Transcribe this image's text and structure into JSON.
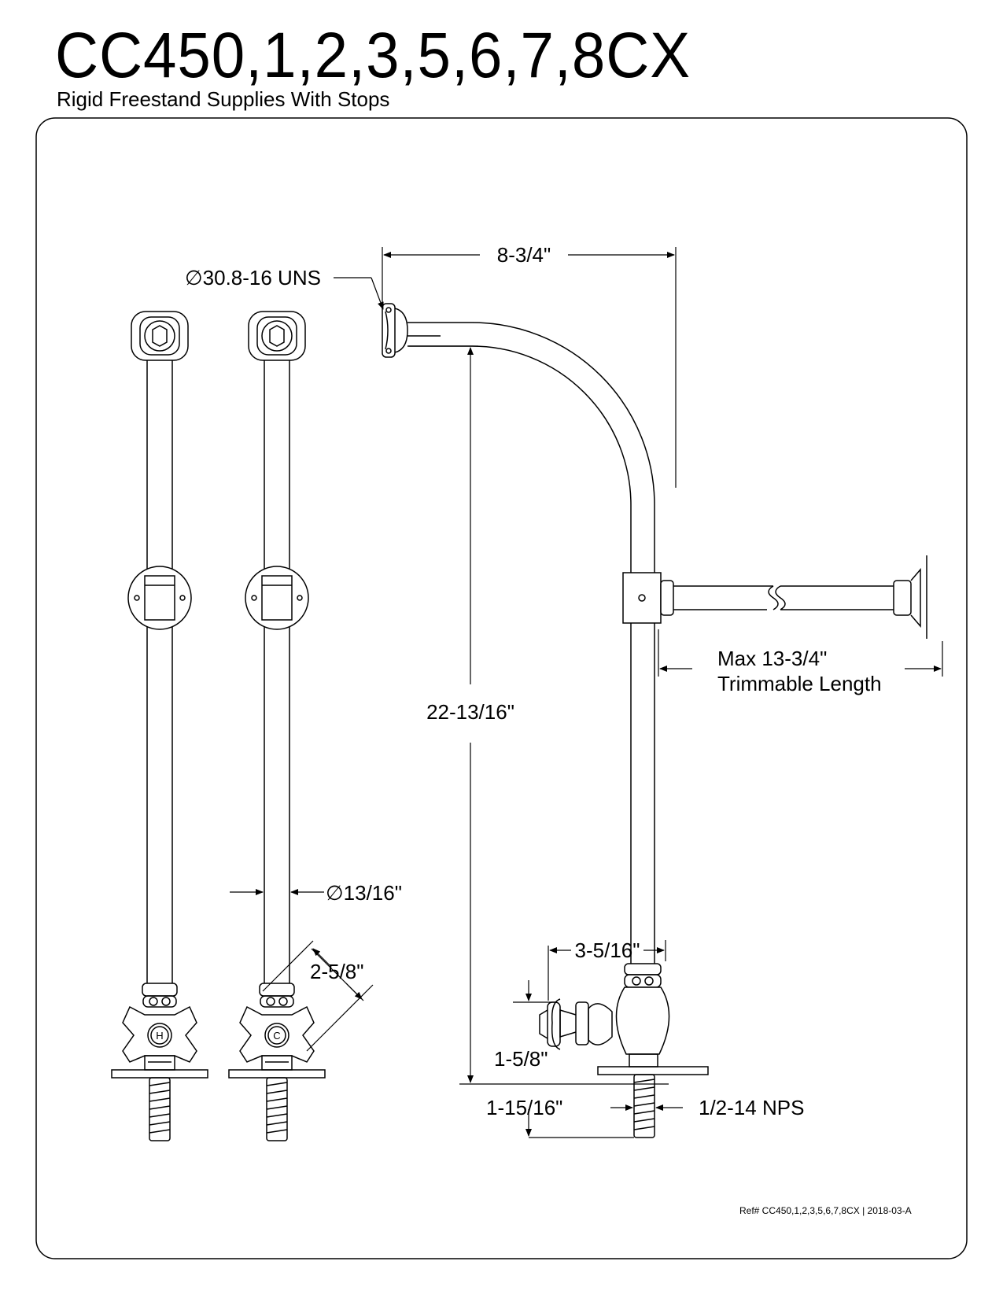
{
  "header": {
    "title": "CC450,1,2,3,5,6,7,8CX",
    "subtitle": "Rigid Freestand Supplies With Stops"
  },
  "dimensions": {
    "flange_thread": "∅30.8-16 UNS",
    "width": "8-3/4\"",
    "height": "22-13/16\"",
    "max_length_line1": "Max 13-3/4\"",
    "max_length_line2": "Trimmable Length",
    "pipe_diameter": "∅13/16\"",
    "handle_span": "2-5/8\"",
    "valve_offset": "3-5/16\"",
    "handle_height": "1-5/8\"",
    "base_offset": "1-15/16\"",
    "thread_spec": "1/2-14 NPS"
  },
  "handle_labels": {
    "hot": "H",
    "cold": "C"
  },
  "footer": {
    "reference": "Ref# CC450,1,2,3,5,6,7,8CX | 2018-03-A"
  }
}
